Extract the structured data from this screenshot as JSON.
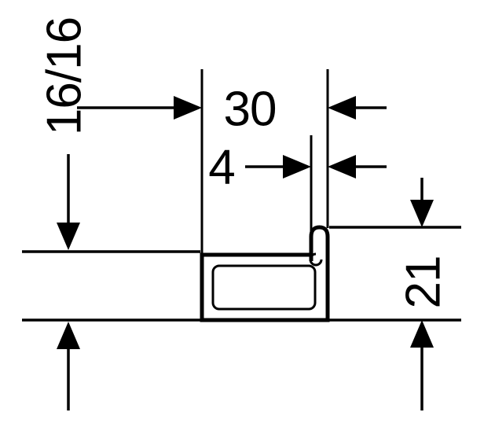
{
  "diagram": {
    "colors": {
      "ink": "#000000",
      "background": "#ffffff"
    },
    "dimensions": {
      "left_height": "16/16",
      "overall_width": "30",
      "lip_width": "4",
      "right_height": "21"
    }
  }
}
